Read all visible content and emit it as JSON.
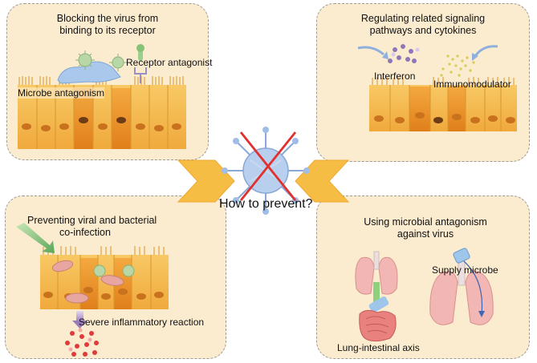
{
  "center": {
    "question": "How to prevent?"
  },
  "panels": {
    "top_left": {
      "title_line1": "Blocking the virus from",
      "title_line2": "binding to its receptor",
      "receptor_label": "Receptor antagonist",
      "microbe_label": "Microbe antagonism"
    },
    "top_right": {
      "title_line1": "Regulating related signaling",
      "title_line2": "pathways and cytokines",
      "interferon_label": "Interferon",
      "immuno_label": "Immunomodulator"
    },
    "bottom_left": {
      "title_line1": "Preventing viral and bacterial",
      "title_line2": "co-infection",
      "inflammation_label": "Severe inflammatory reaction"
    },
    "bottom_right": {
      "title_line1": "Using microbial antagonism",
      "title_line2": "against virus",
      "supply_label": "Supply microbe",
      "axis_label": "Lung-intestinal axis"
    }
  },
  "colors": {
    "panel_bg": "#fbecd0",
    "cell": "#f4b548",
    "cell_dark": "#e48a1f",
    "nucleus": "#c8721d",
    "chevron": "#f6bd45",
    "virus": "#a9c3e6",
    "cross": "#e0312f"
  }
}
